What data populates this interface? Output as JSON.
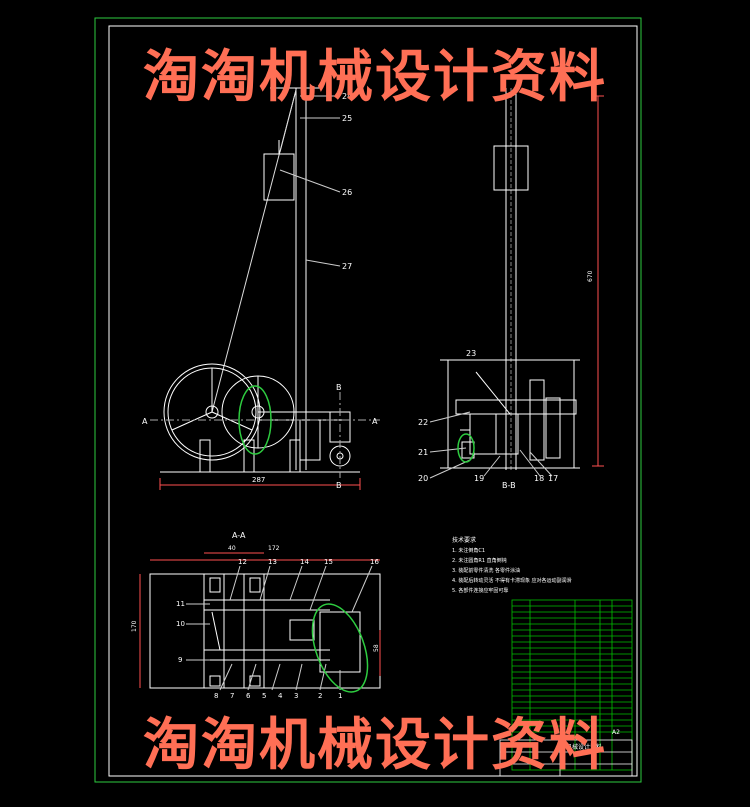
{
  "watermark": {
    "top": "淘淘机械设计资料",
    "bottom": "淘淘机械设计资料"
  },
  "colors": {
    "background": "#000000",
    "frame": "#2ecc40",
    "line": "#ffffff",
    "dim": "#ff5050",
    "watermark": "#ff6f55",
    "table": "#00c000"
  },
  "callouts_main": [
    "24",
    "25",
    "26",
    "27"
  ],
  "callouts_side": [
    "23",
    "22",
    "21",
    "20",
    "19",
    "18",
    "17"
  ],
  "callouts_plan": [
    "12",
    "13",
    "14",
    "15",
    "16",
    "11",
    "10",
    "9",
    "8",
    "7",
    "6",
    "5",
    "4",
    "3",
    "2",
    "1"
  ],
  "section_labels": {
    "aa": "A-A",
    "bb": "B-B",
    "a_left": "A",
    "a_right": "A",
    "b_top": "B",
    "b_bottom": "B"
  },
  "dimensions": {
    "main_width": "287",
    "side_height": "670",
    "plan_40": "40",
    "plan_172": "172",
    "plan_170": "170",
    "plan_58": "58"
  },
  "notes": {
    "title": "技术要求",
    "lines": [
      "1. 未注倒角C1",
      "2. 未注圆角R1 直角倒钝",
      "3. 装配前零件清洗 各零件涂油",
      "4. 装配后转动灵活 不得有卡滞现象 应对各运动副润滑",
      "5. 各部件连接应牢固可靠"
    ]
  },
  "title_block": {
    "name": "机械设计资料",
    "sheet": "A2"
  }
}
